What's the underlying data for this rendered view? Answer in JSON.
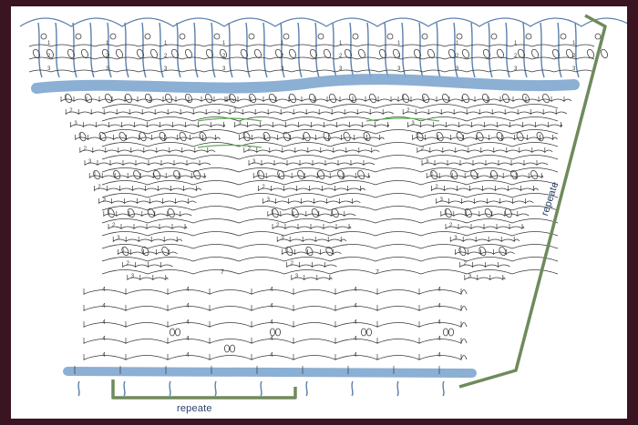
{
  "diagram": {
    "labels": {
      "repeat_vertical": "repeate",
      "repeat_horizontal": "repeate"
    },
    "row_numbers": {
      "top_band": [
        "1",
        "2",
        "3"
      ],
      "fans": [
        "1",
        "2",
        "3",
        "7"
      ],
      "lower_rows": [
        "4"
      ]
    },
    "colors": {
      "frame": "#3a1420",
      "paper": "#ffffff",
      "ink": "#3b3b3b",
      "blue_round": "#7fa6cf",
      "blue_chain": "#5b80ad",
      "repeat_bracket": "#6f8a5c",
      "accent_green": "#5fae55"
    }
  }
}
